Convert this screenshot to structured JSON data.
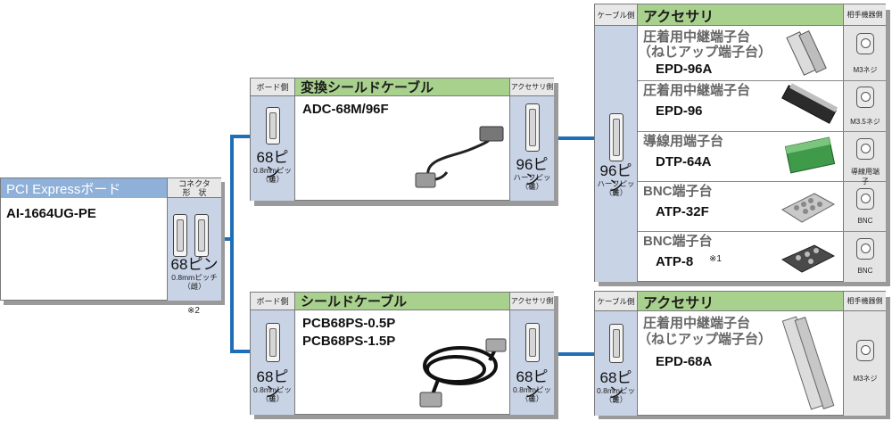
{
  "board": {
    "title": "PCI Expressボード",
    "conn_header": "コネクタ\n形　状",
    "model": "AI-1664UG-PE",
    "pins": "68ピン",
    "pitch": "0.8mmピッチ",
    "gender": "（雌）",
    "note": "※2"
  },
  "cable_top": {
    "board_side": "ボード側",
    "title": "変換シールドケーブル",
    "acc_side": "アクセサリ側",
    "model": "ADC-68M/96F",
    "left_pins": "68ピン",
    "left_pitch": "0.8mmピッチ",
    "left_gender": "（雄）",
    "right_pins": "96ピン",
    "right_pitch": "ハーフピッチ",
    "right_gender": "（雄）"
  },
  "cable_bottom": {
    "board_side": "ボード側",
    "title": "シールドケーブル",
    "acc_side": "アクセサリ側",
    "models": [
      "PCB68PS-0.5P",
      "PCB68PS-1.5P"
    ],
    "left_pins": "68ピン",
    "left_pitch": "0.8mmピッチ",
    "left_gender": "（雄）",
    "right_pins": "68ピン",
    "right_pitch": "0.8mmピッチ",
    "right_gender": "（雄）"
  },
  "acc_top": {
    "cable_side": "ケーブル側",
    "title": "アクセサリ",
    "mate_side": "相手機器側",
    "pins": "96ピン",
    "pitch": "ハーフピッチ",
    "gender": "（雌）",
    "items": [
      {
        "name1": "圧着用中継端子台",
        "name2": "（ねじアップ端子台）",
        "model": "EPD-96A",
        "note": "",
        "mate": "M3ネジ"
      },
      {
        "name1": "圧着用中継端子台",
        "name2": "",
        "model": "EPD-96",
        "note": "",
        "mate": "M3.5ネジ"
      },
      {
        "name1": "導線用端子台",
        "name2": "",
        "model": "DTP-64A",
        "note": "",
        "mate": "導線用端子"
      },
      {
        "name1": "BNC端子台",
        "name2": "",
        "model": "ATP-32F",
        "note": "",
        "mate": "BNC"
      },
      {
        "name1": "BNC端子台",
        "name2": "",
        "model": "ATP-8",
        "note": "※1",
        "mate": "BNC"
      }
    ]
  },
  "acc_bottom": {
    "cable_side": "ケーブル側",
    "title": "アクセサリ",
    "mate_side": "相手機器側",
    "pins": "68ピン",
    "pitch": "0.8mmピッチ",
    "gender": "（雌）",
    "item": {
      "name1": "圧着用中継端子台",
      "name2": "（ねじアップ端子台）",
      "model": "EPD-68A",
      "mate": "M3ネジ"
    }
  },
  "colors": {
    "line": "#1f6fb8",
    "header_green": "#a9d18e",
    "side_blue": "#c8d3e6",
    "board_title_bg": "#8fb0d9"
  }
}
